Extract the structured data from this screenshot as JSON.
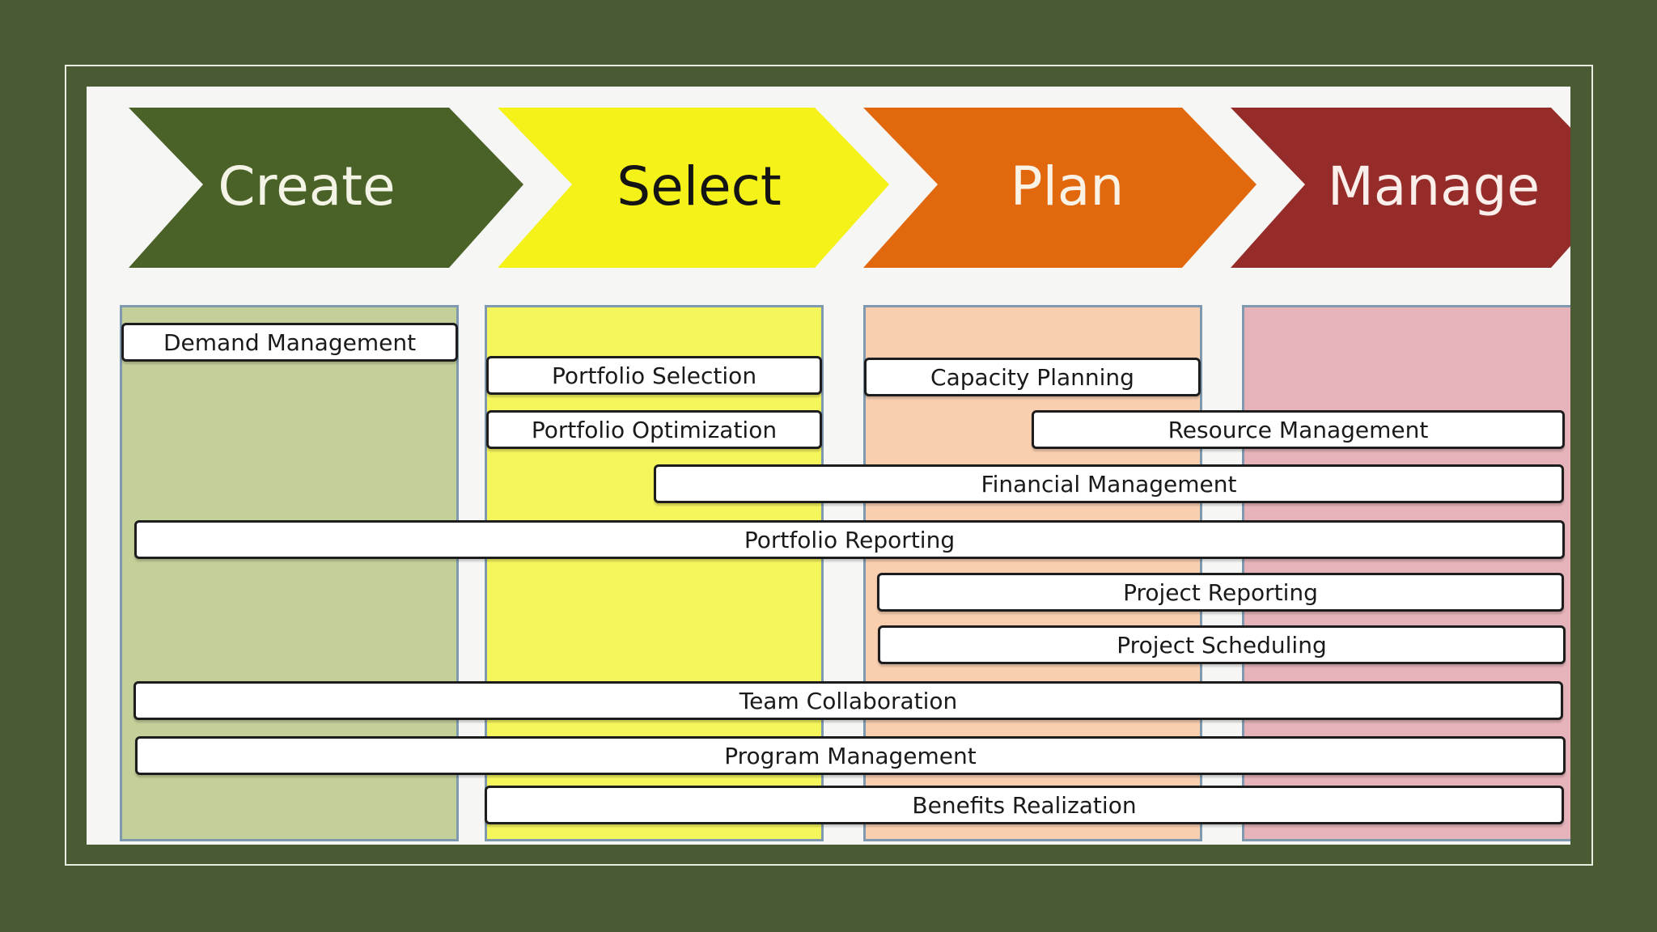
{
  "phases": [
    {
      "label": "Create",
      "color": "#4a6128",
      "text_color": "#f3f3e6"
    },
    {
      "label": "Select",
      "color": "#f5f21a",
      "text_color": "#141414"
    },
    {
      "label": "Plan",
      "color": "#e2680e",
      "text_color": "#fbf2e6"
    },
    {
      "label": "Manage",
      "color": "#962c2a",
      "text_color": "#fbefec"
    }
  ],
  "column_fills": [
    "#c4d09a",
    "#f5f55c",
    "#f9cfb0",
    "#e5b3b9"
  ],
  "capabilities": [
    {
      "label": "Demand Management"
    },
    {
      "label": "Portfolio Selection"
    },
    {
      "label": "Portfolio Optimization"
    },
    {
      "label": "Capacity Planning"
    },
    {
      "label": "Resource Management"
    },
    {
      "label": "Financial Management"
    },
    {
      "label": "Portfolio Reporting"
    },
    {
      "label": "Project Reporting"
    },
    {
      "label": "Project Scheduling"
    },
    {
      "label": "Team Collaboration"
    },
    {
      "label": "Program Management"
    },
    {
      "label": "Benefits Realization"
    }
  ]
}
